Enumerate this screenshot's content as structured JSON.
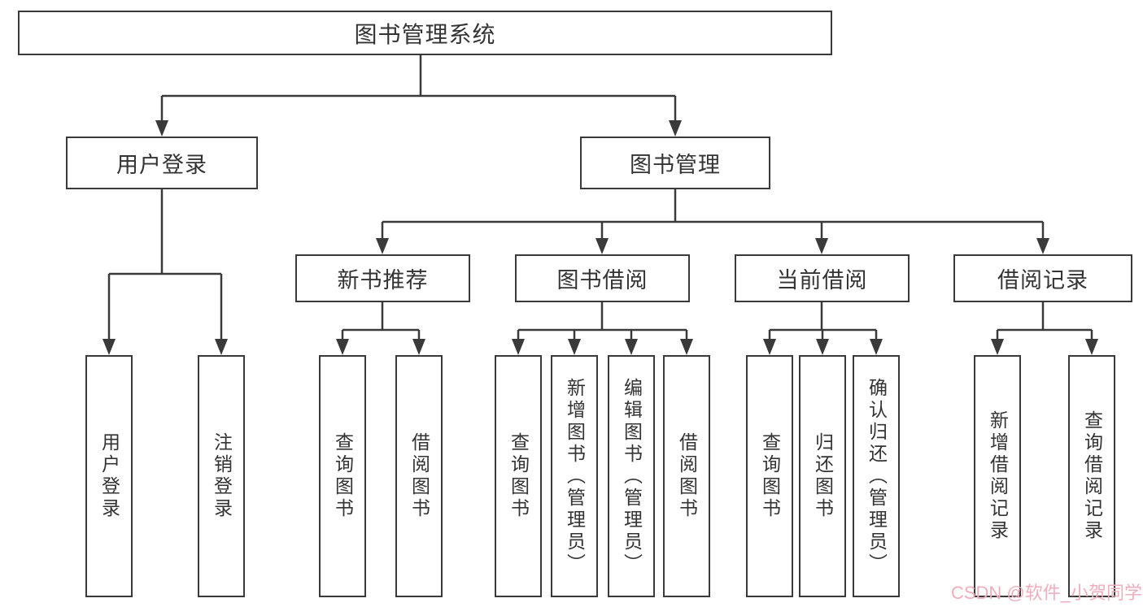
{
  "diagram": {
    "root": {
      "label": "图书管理系统"
    },
    "branches": {
      "user_login": {
        "label": "用户登录",
        "children": [
          {
            "label": "用户登录"
          },
          {
            "label": "注销登录"
          }
        ]
      },
      "book_mgmt": {
        "label": "图书管理",
        "children": [
          {
            "label": "新书推荐",
            "children": [
              {
                "label": "查询图书"
              },
              {
                "label": "借阅图书"
              }
            ]
          },
          {
            "label": "图书借阅",
            "children": [
              {
                "label": "查询图书"
              },
              {
                "label": "新增图书（管理员）"
              },
              {
                "label": "编辑图书（管理员）"
              },
              {
                "label": "借阅图书"
              }
            ]
          },
          {
            "label": "当前借阅",
            "children": [
              {
                "label": "查询图书"
              },
              {
                "label": "归还图书"
              },
              {
                "label": "确认归还（管理员）"
              }
            ]
          },
          {
            "label": "借阅记录",
            "children": [
              {
                "label": "新增借阅记录"
              },
              {
                "label": "查询借阅记录"
              }
            ]
          }
        ]
      }
    }
  },
  "watermark": {
    "text": "CSDN @软件_小贺同学"
  },
  "colors": {
    "line": "#3a3a3a",
    "border": "#3a3a3a",
    "text": "#333333",
    "watermark": "#f2adbb",
    "background": "#ffffff"
  }
}
